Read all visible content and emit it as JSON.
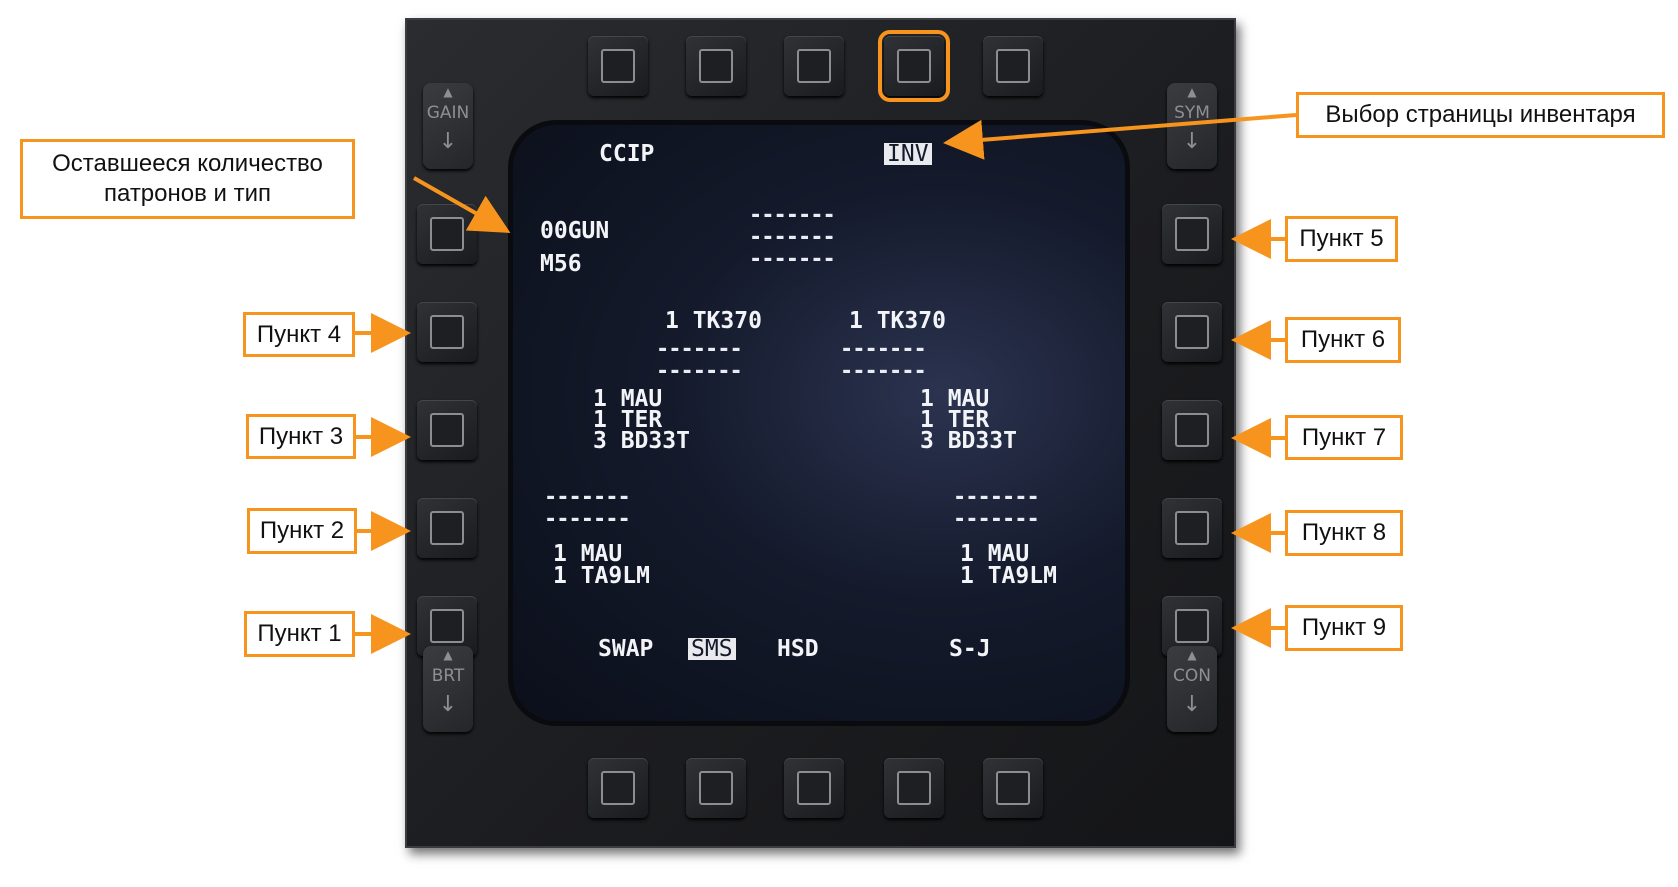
{
  "mfd": {
    "rockers": {
      "top_left": "GAIN",
      "top_right": "SYM",
      "bottom_left": "BRT",
      "bottom_right": "CON"
    },
    "screen": {
      "top_left": "CCIP",
      "top_right": "INV",
      "gun_rounds": "00GUN",
      "gun_type": "M56",
      "dash": "-------",
      "station_left_center": "1 TK370",
      "station_right_center": "1 TK370",
      "station_left_mid": [
        "1 MAU",
        "1 TER",
        "3 BD33T"
      ],
      "station_right_mid": [
        "1 MAU",
        "1 TER",
        "3 BD33T"
      ],
      "station_left_outer": [
        "1 MAU",
        "1 TA9LM"
      ],
      "station_right_outer": [
        "1 MAU",
        "1 TA9LM"
      ],
      "bottom_labels": [
        "SWAP",
        "SMS",
        "HSD",
        "S-J"
      ]
    }
  },
  "callouts": {
    "inventory": "Выбор страницы инвентаря",
    "rounds_line1": "Оставшееся количество",
    "rounds_line2": "патронов и тип",
    "item1": "Пункт 1",
    "item2": "Пункт 2",
    "item3": "Пункт 3",
    "item4": "Пункт 4",
    "item5": "Пункт 5",
    "item6": "Пункт 6",
    "item7": "Пункт 7",
    "item8": "Пункт 8",
    "item9": "Пункт 9"
  },
  "colors": {
    "accent": "#f7941d",
    "screen_text": "#f2f4f8",
    "screen_bg": "#141a2b"
  }
}
